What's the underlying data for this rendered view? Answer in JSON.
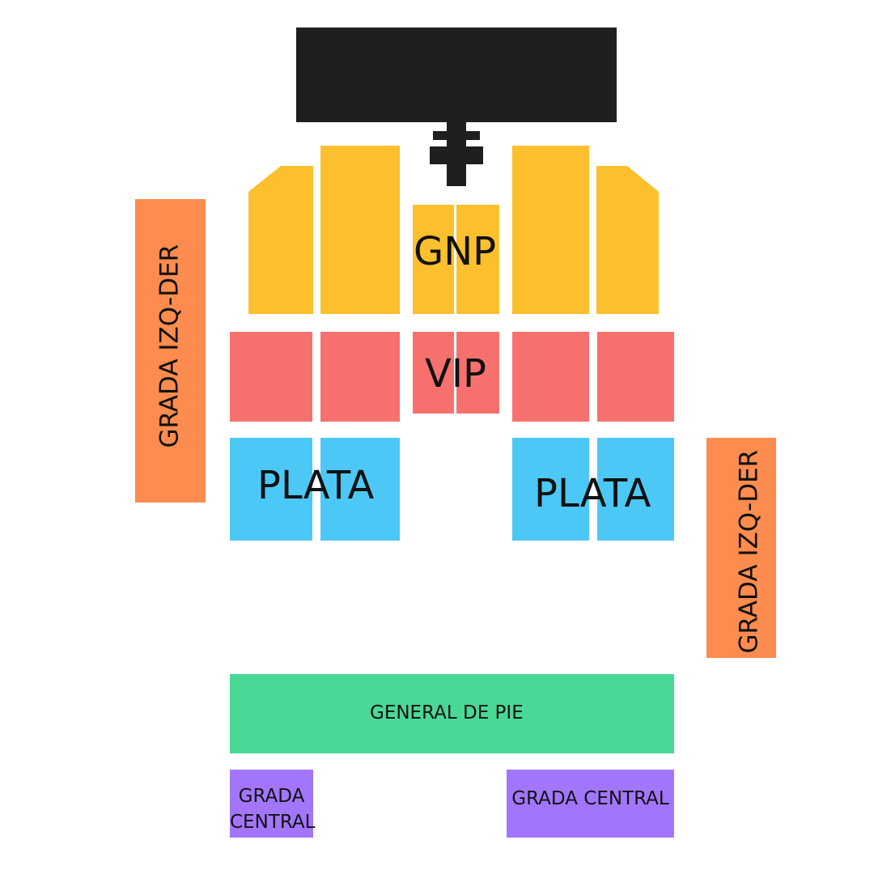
{
  "colors": {
    "stage": "#1f1f1d",
    "gnp": "#fcc02e",
    "vip": "#f6716e",
    "plata": "#4cc8f6",
    "grada_side": "#fd8c4e",
    "general": "#4ad897",
    "grada_central": "#a276fb"
  },
  "sections": {
    "gnp": "GNP",
    "vip": "VIP",
    "plata_left": "PLATA",
    "plata_right": "PLATA",
    "grada_left": "GRADA IZQ-DER",
    "grada_right": "GRADA IZQ-DER",
    "general": "GENERAL DE PIE",
    "grada_central_left_line1": "GRADA",
    "grada_central_left_line2": "CENTRAL",
    "grada_central_right": "GRADA CENTRAL"
  }
}
